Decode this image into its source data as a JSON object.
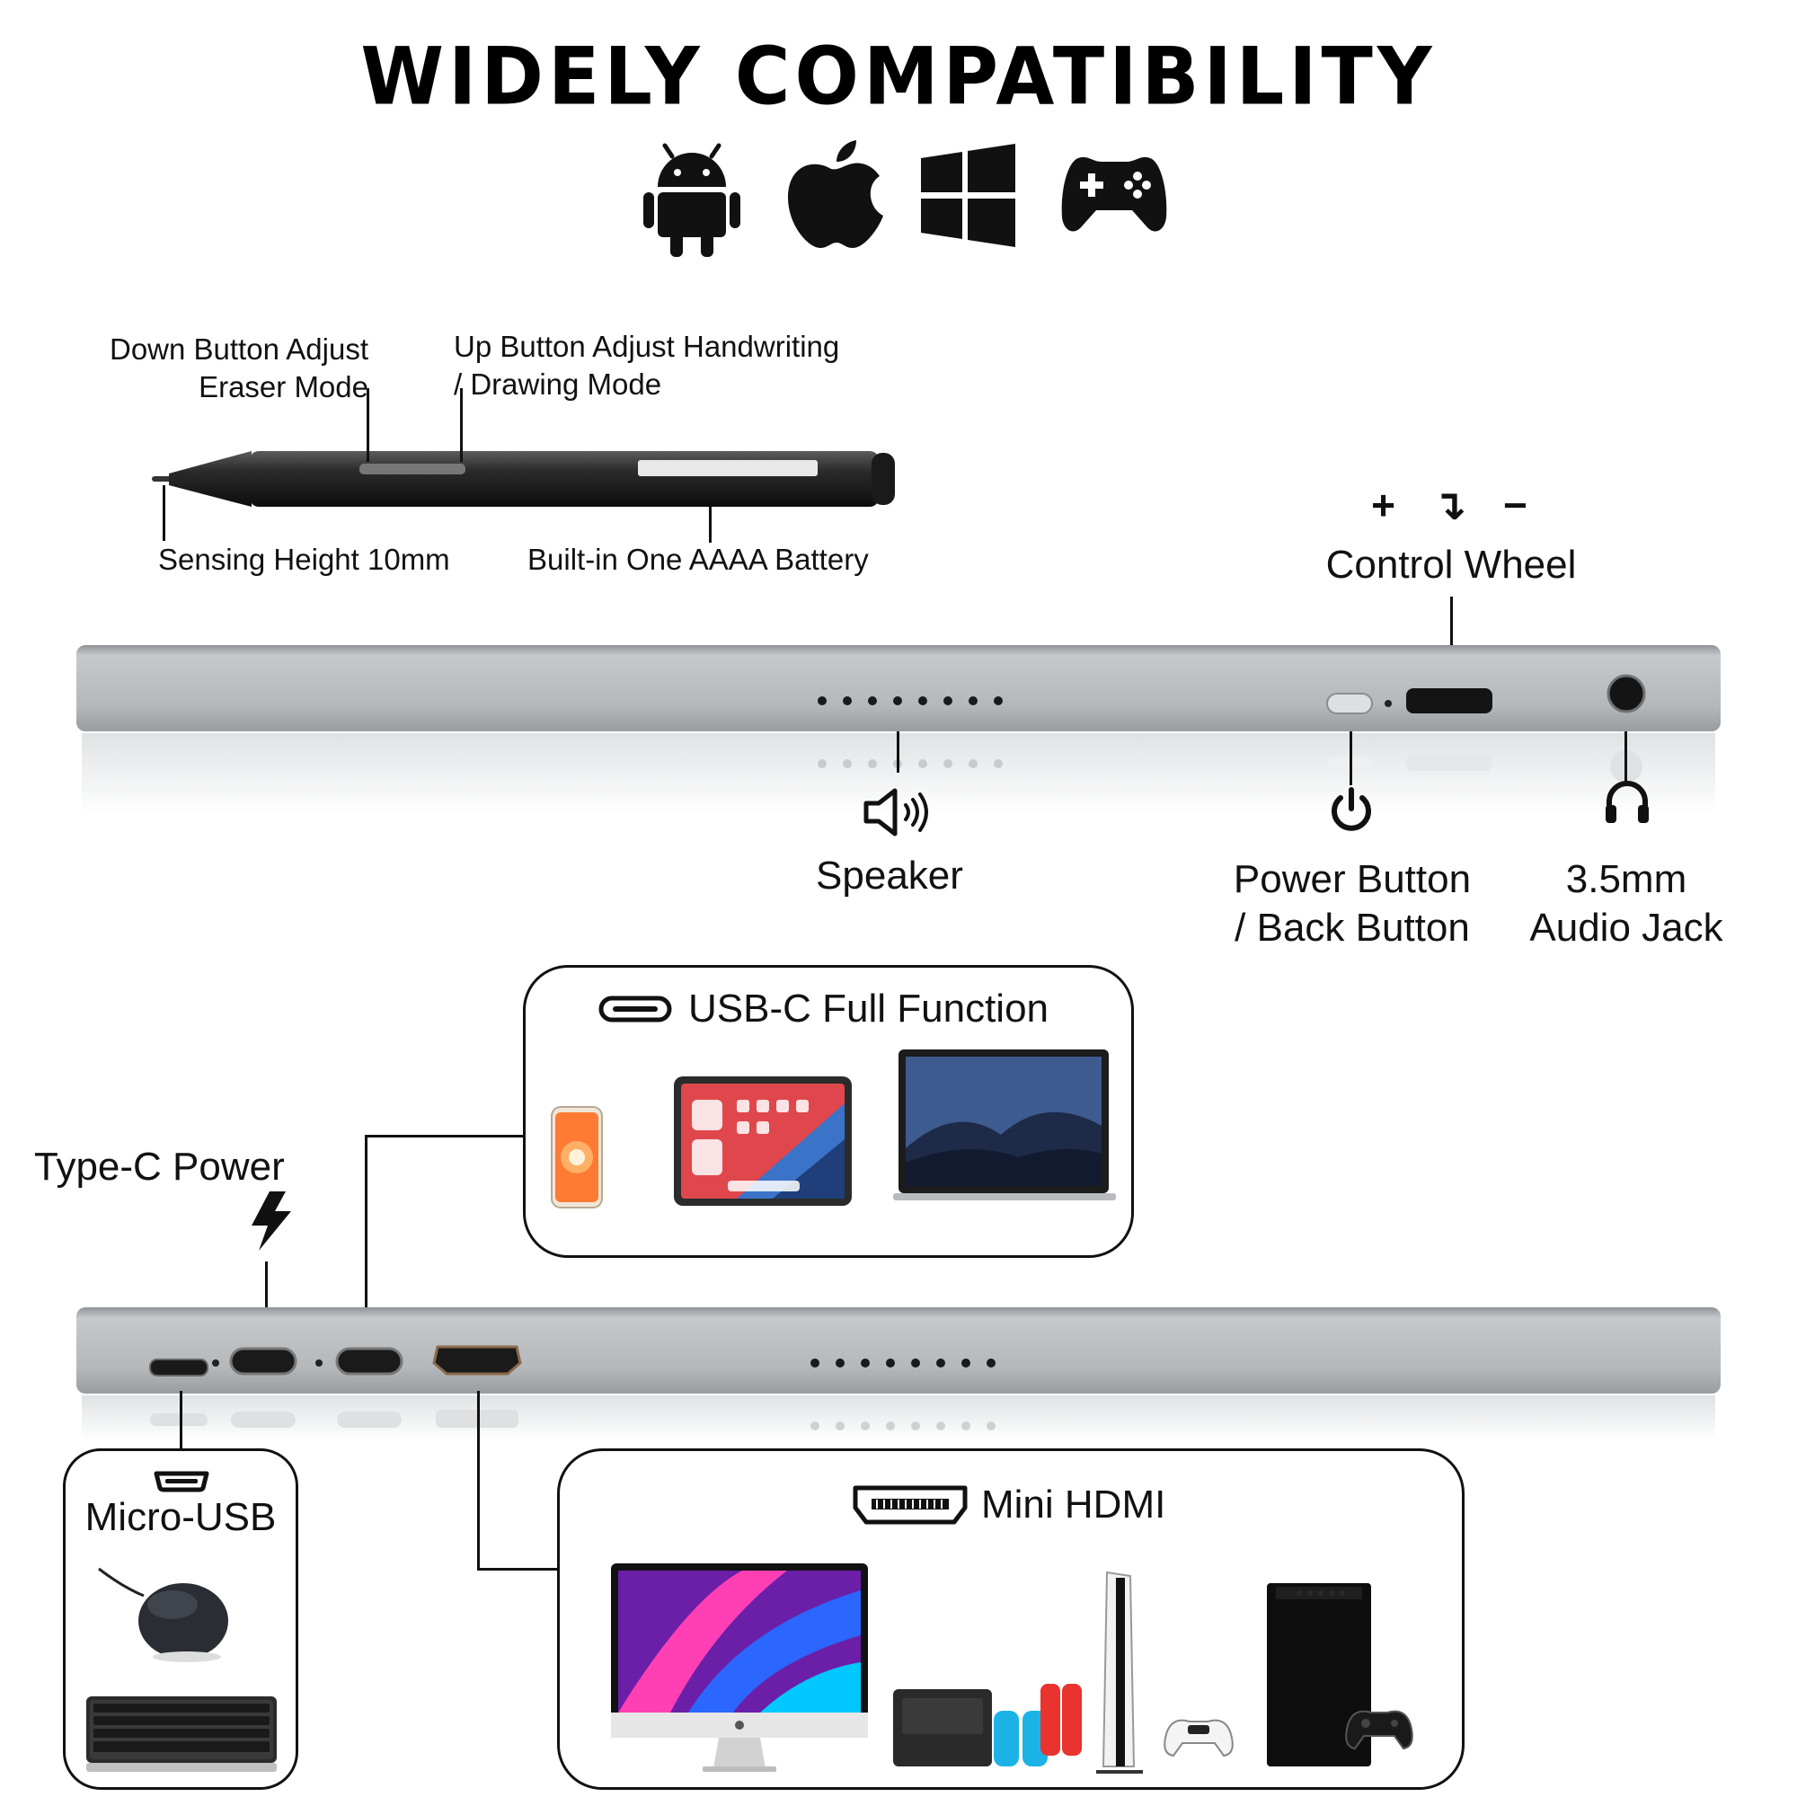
{
  "title": "WIDELY COMPATIBILITY",
  "os_icons": [
    "android-icon",
    "apple-icon",
    "windows-icon",
    "gamepad-icon"
  ],
  "pen": {
    "down_button": [
      "Down Button Adjust",
      "Eraser Mode"
    ],
    "up_button": [
      "Up Button Adjust Handwriting",
      "/ Drawing Mode"
    ],
    "sensing_height": "Sensing Height 10mm",
    "battery": "Built-in One AAAA Battery"
  },
  "monitor_top": {
    "control_wheel_symbols": "+ ↴ −",
    "control_wheel": "Control Wheel",
    "speaker": "Speaker",
    "power_button": [
      "Power Button",
      "/ Back Button"
    ],
    "audio_jack": [
      "3.5mm",
      "Audio Jack"
    ]
  },
  "monitor_bottom": {
    "type_c_power": "Type-C Power",
    "usbc": {
      "label": "USB-C Full Function",
      "devices": [
        "phone",
        "tablet",
        "laptop"
      ]
    },
    "micro_usb": {
      "label": "Micro-USB",
      "devices": [
        "mouse",
        "keyboard"
      ]
    },
    "mini_hdmi": {
      "label": "Mini HDMI",
      "devices": [
        "imac",
        "nintendo-switch",
        "playstation-5",
        "xbox-series-x"
      ]
    }
  },
  "colors": {
    "accent": "#000000",
    "chassis": "#b9bcbf"
  }
}
